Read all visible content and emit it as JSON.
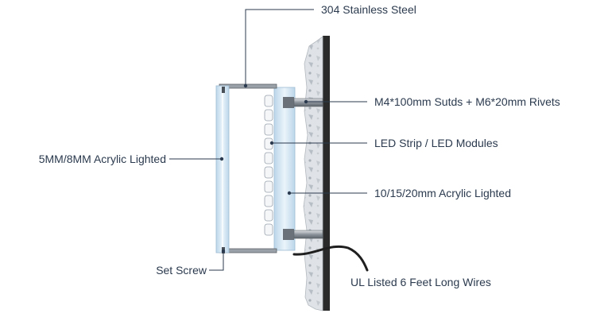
{
  "labels": {
    "stainless": "304 Stainless Steel",
    "studs": "M4*100mm Sutds + M6*20mm Rivets",
    "led": "LED Strip / LED Modules",
    "acrylic_back": "10/15/20mm Acrylic Lighted",
    "acrylic_front": "5MM/8MM Acrylic Lighted",
    "set_screw": "Set Screw",
    "wires": "UL Listed 6 Feet Long Wires"
  },
  "colors": {
    "label_text": "#2b3a4e",
    "leader_line": "#2b3a4e",
    "acrylic": "#cfe3f2",
    "stone": "#d9dde2",
    "wall": "#2a2a2a",
    "steel": "#8d939b"
  }
}
